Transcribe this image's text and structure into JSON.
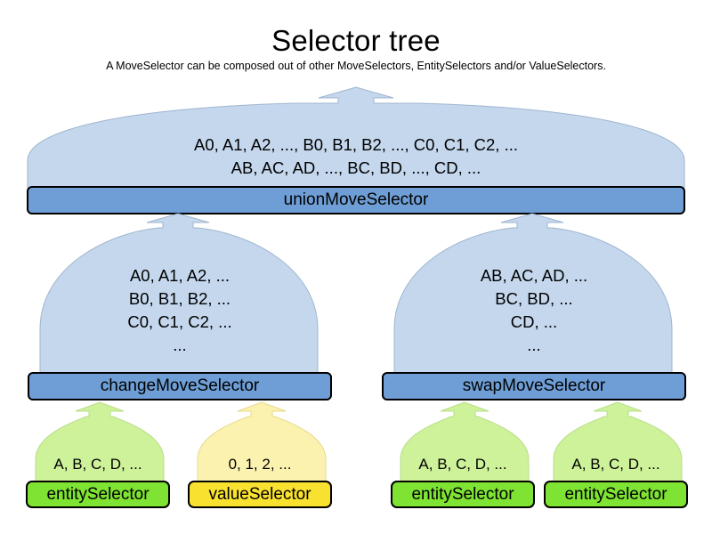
{
  "header": {
    "title": "Selector tree",
    "subtitle": "A MoveSelector can be composed out of other MoveSelectors, EntitySelectors and/or ValueSelectors."
  },
  "colors": {
    "dome_blue_fill": "#c4d7ed",
    "bar_blue_fill": "#6e9ed5",
    "dome_green_fill": "#cdf29a",
    "bar_green_fill": "#7ee332",
    "dome_yellow_fill": "#fbf2b0",
    "bar_yellow_fill": "#f9e22f",
    "stroke": "#000000",
    "text": "#000000",
    "background": "#ffffff"
  },
  "nodes": {
    "union": {
      "label": "unionMoveSelector",
      "contents": [
        "A0, A1, A2, ..., B0, B1, B2, ..., C0, C1, C2, ...",
        "AB, AC, AD, ..., BC, BD, ..., CD, ..."
      ],
      "kind": "moveSelector"
    },
    "change": {
      "label": "changeMoveSelector",
      "contents": [
        "A0, A1, A2, ...",
        "B0, B1, B2, ...",
        "C0, C1, C2, ...",
        "..."
      ],
      "kind": "moveSelector"
    },
    "swap": {
      "label": "swapMoveSelector",
      "contents": [
        "AB, AC, AD, ...",
        "BC, BD, ...",
        "CD, ...",
        "..."
      ],
      "kind": "moveSelector"
    },
    "entity1": {
      "label": "entitySelector",
      "contents": [
        "A, B, C, D, ..."
      ],
      "kind": "entitySelector"
    },
    "value1": {
      "label": "valueSelector",
      "contents": [
        "0, 1, 2, ..."
      ],
      "kind": "valueSelector"
    },
    "entity2": {
      "label": "entitySelector",
      "contents": [
        "A, B, C, D, ..."
      ],
      "kind": "entitySelector"
    },
    "entity3": {
      "label": "entitySelector",
      "contents": [
        "A, B, C, D, ..."
      ],
      "kind": "entitySelector"
    }
  }
}
